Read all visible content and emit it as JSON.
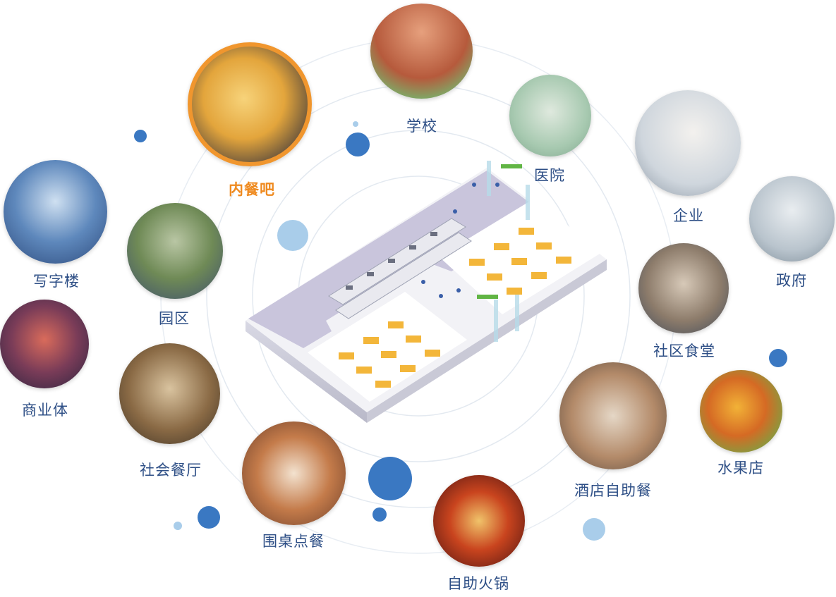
{
  "colors": {
    "label": "#2e4f86",
    "highlight": "#ef8a1f",
    "ring": "#dfe6ee",
    "dot_blue": "#3a78c2",
    "dot_light": "#a9cdea"
  },
  "scenes": {
    "school": "学校",
    "hospital": "医院",
    "enterprise": "企业",
    "government": "政府",
    "community_canteen": "社区食堂",
    "fruit_store": "水果店",
    "hotel_buffet": "酒店自助餐",
    "hotpot": "自助火锅",
    "table_order": "围桌点餐",
    "social_restaurant": "社会餐厅",
    "park": "园区",
    "office_building": "写字楼",
    "commercial_complex": "商业体",
    "in_house_dining": "内餐吧"
  }
}
